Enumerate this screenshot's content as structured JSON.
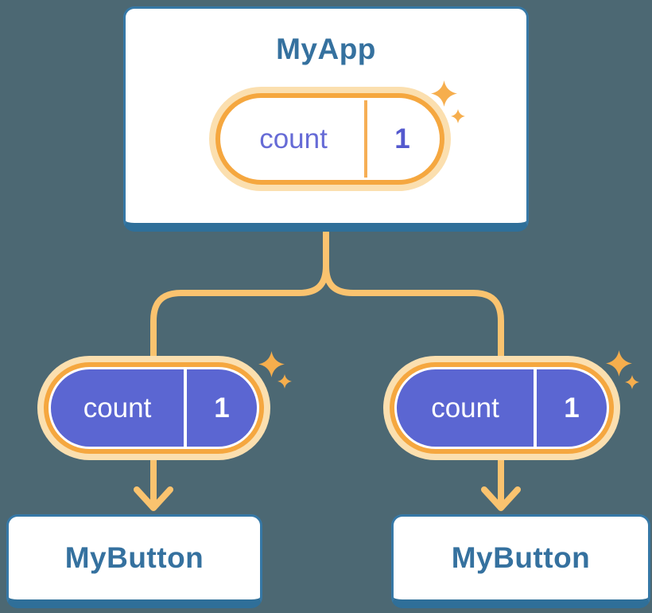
{
  "diagram": {
    "type": "react-component-tree",
    "root": {
      "title": "MyApp",
      "state": {
        "name": "count",
        "value": "1"
      }
    },
    "edges": [
      {
        "prop": {
          "name": "count",
          "value": "1"
        }
      },
      {
        "prop": {
          "name": "count",
          "value": "1"
        }
      }
    ],
    "children": [
      {
        "title": "MyButton"
      },
      {
        "title": "MyButton"
      }
    ],
    "icons": {
      "sparkle": "four-point-star"
    },
    "colors": {
      "background": "#4C6873",
      "card_fill": "#FFFFFF",
      "card_border": "#3678A6",
      "card_border_bottom": "#2F6F99",
      "card_title_text": "#35719F",
      "connector_line": "#FAC36F",
      "pill_ring_orange": "#F5A73F",
      "pill_halo_cream": "#FBDFAF",
      "pill_fill_purple": "#5B66D2",
      "pill_text_purple": "#666BD6",
      "pill_value_purple": "#5459CE",
      "pill_text_on_purple": "#FFFFFF",
      "sparkle": "#F6AE4D"
    }
  }
}
